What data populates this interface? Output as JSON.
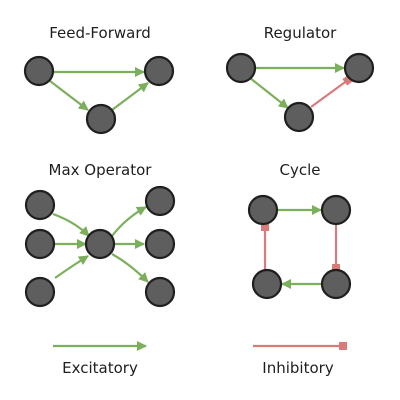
{
  "colors": {
    "excitatory": "#7caf5c",
    "inhibitory": "#d97b7b",
    "node_fill": "#5e5e5e",
    "node_stroke": "#1f1f1f",
    "text": "#1e1e1e"
  },
  "panels": {
    "feed_forward": {
      "title": "Feed-Forward"
    },
    "regulator": {
      "title": "Regulator"
    },
    "max_operator": {
      "title": "Max Operator"
    },
    "cycle": {
      "title": "Cycle"
    }
  },
  "legend": {
    "excitatory": {
      "label": "Excitatory",
      "edge_type": "excitatory"
    },
    "inhibitory": {
      "label": "Inhibitory",
      "edge_type": "inhibitory"
    }
  },
  "edge_types": {
    "feed_forward": [
      "excitatory",
      "excitatory",
      "excitatory"
    ],
    "regulator": [
      "excitatory",
      "excitatory",
      "inhibitory"
    ],
    "max_operator": [
      "excitatory",
      "excitatory",
      "excitatory",
      "excitatory",
      "excitatory",
      "excitatory"
    ],
    "cycle": [
      "excitatory",
      "inhibitory",
      "excitatory",
      "inhibitory"
    ]
  }
}
